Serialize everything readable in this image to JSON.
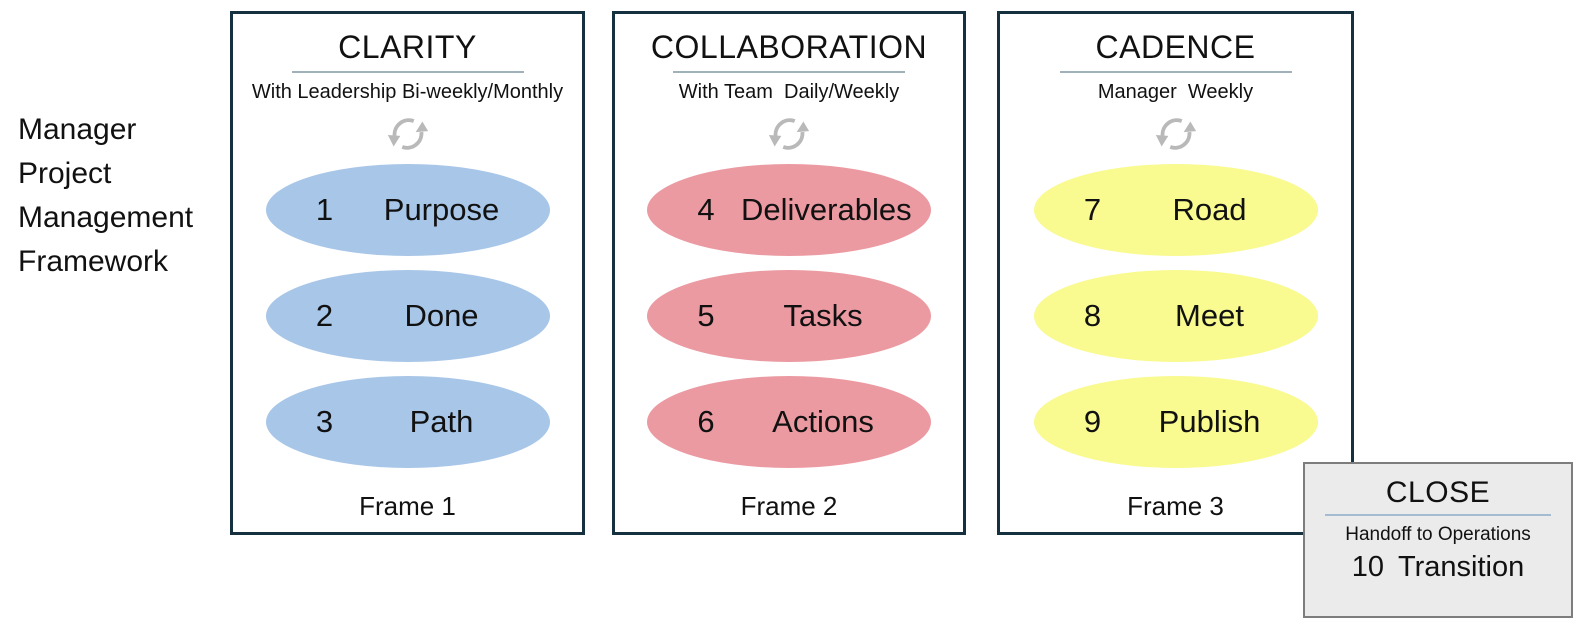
{
  "diagram_title": {
    "lines": [
      "Manager",
      "Project",
      "Management",
      "Framework"
    ]
  },
  "colors": {
    "frame_border": "#15303e",
    "title_underline": "#9fb2ba",
    "close_underline": "#a4bcd1",
    "oval_blue": "#a8c6e8",
    "oval_red": "#eb9aa2",
    "oval_yellow": "#f9fa90",
    "refresh_icon": "#b9b9b9",
    "close_background": "#ebebeb",
    "close_border": "#7d7d7d"
  },
  "frames": [
    {
      "title": "CLARITY",
      "subtitle": "With Leadership Bi-weekly/Monthly",
      "footer": "Frame 1",
      "items": [
        {
          "number": "1",
          "label": "Purpose"
        },
        {
          "number": "2",
          "label": "Done"
        },
        {
          "number": "3",
          "label": "Path"
        }
      ]
    },
    {
      "title": "COLLABORATION",
      "subtitle": "With Team  Daily/Weekly",
      "footer": "Frame 2",
      "items": [
        {
          "number": "4",
          "label": "Deliverables"
        },
        {
          "number": "5",
          "label": "Tasks"
        },
        {
          "number": "6",
          "label": "Actions"
        }
      ]
    },
    {
      "title": "CADENCE",
      "subtitle": "Manager  Weekly",
      "footer": "Frame 3",
      "items": [
        {
          "number": "7",
          "label": "Road"
        },
        {
          "number": "8",
          "label": "Meet"
        },
        {
          "number": "9",
          "label": "Publish"
        }
      ]
    }
  ],
  "close_box": {
    "title": "CLOSE",
    "subtitle": "Handoff to Operations",
    "item": {
      "number": "10",
      "label": "Transition"
    }
  }
}
